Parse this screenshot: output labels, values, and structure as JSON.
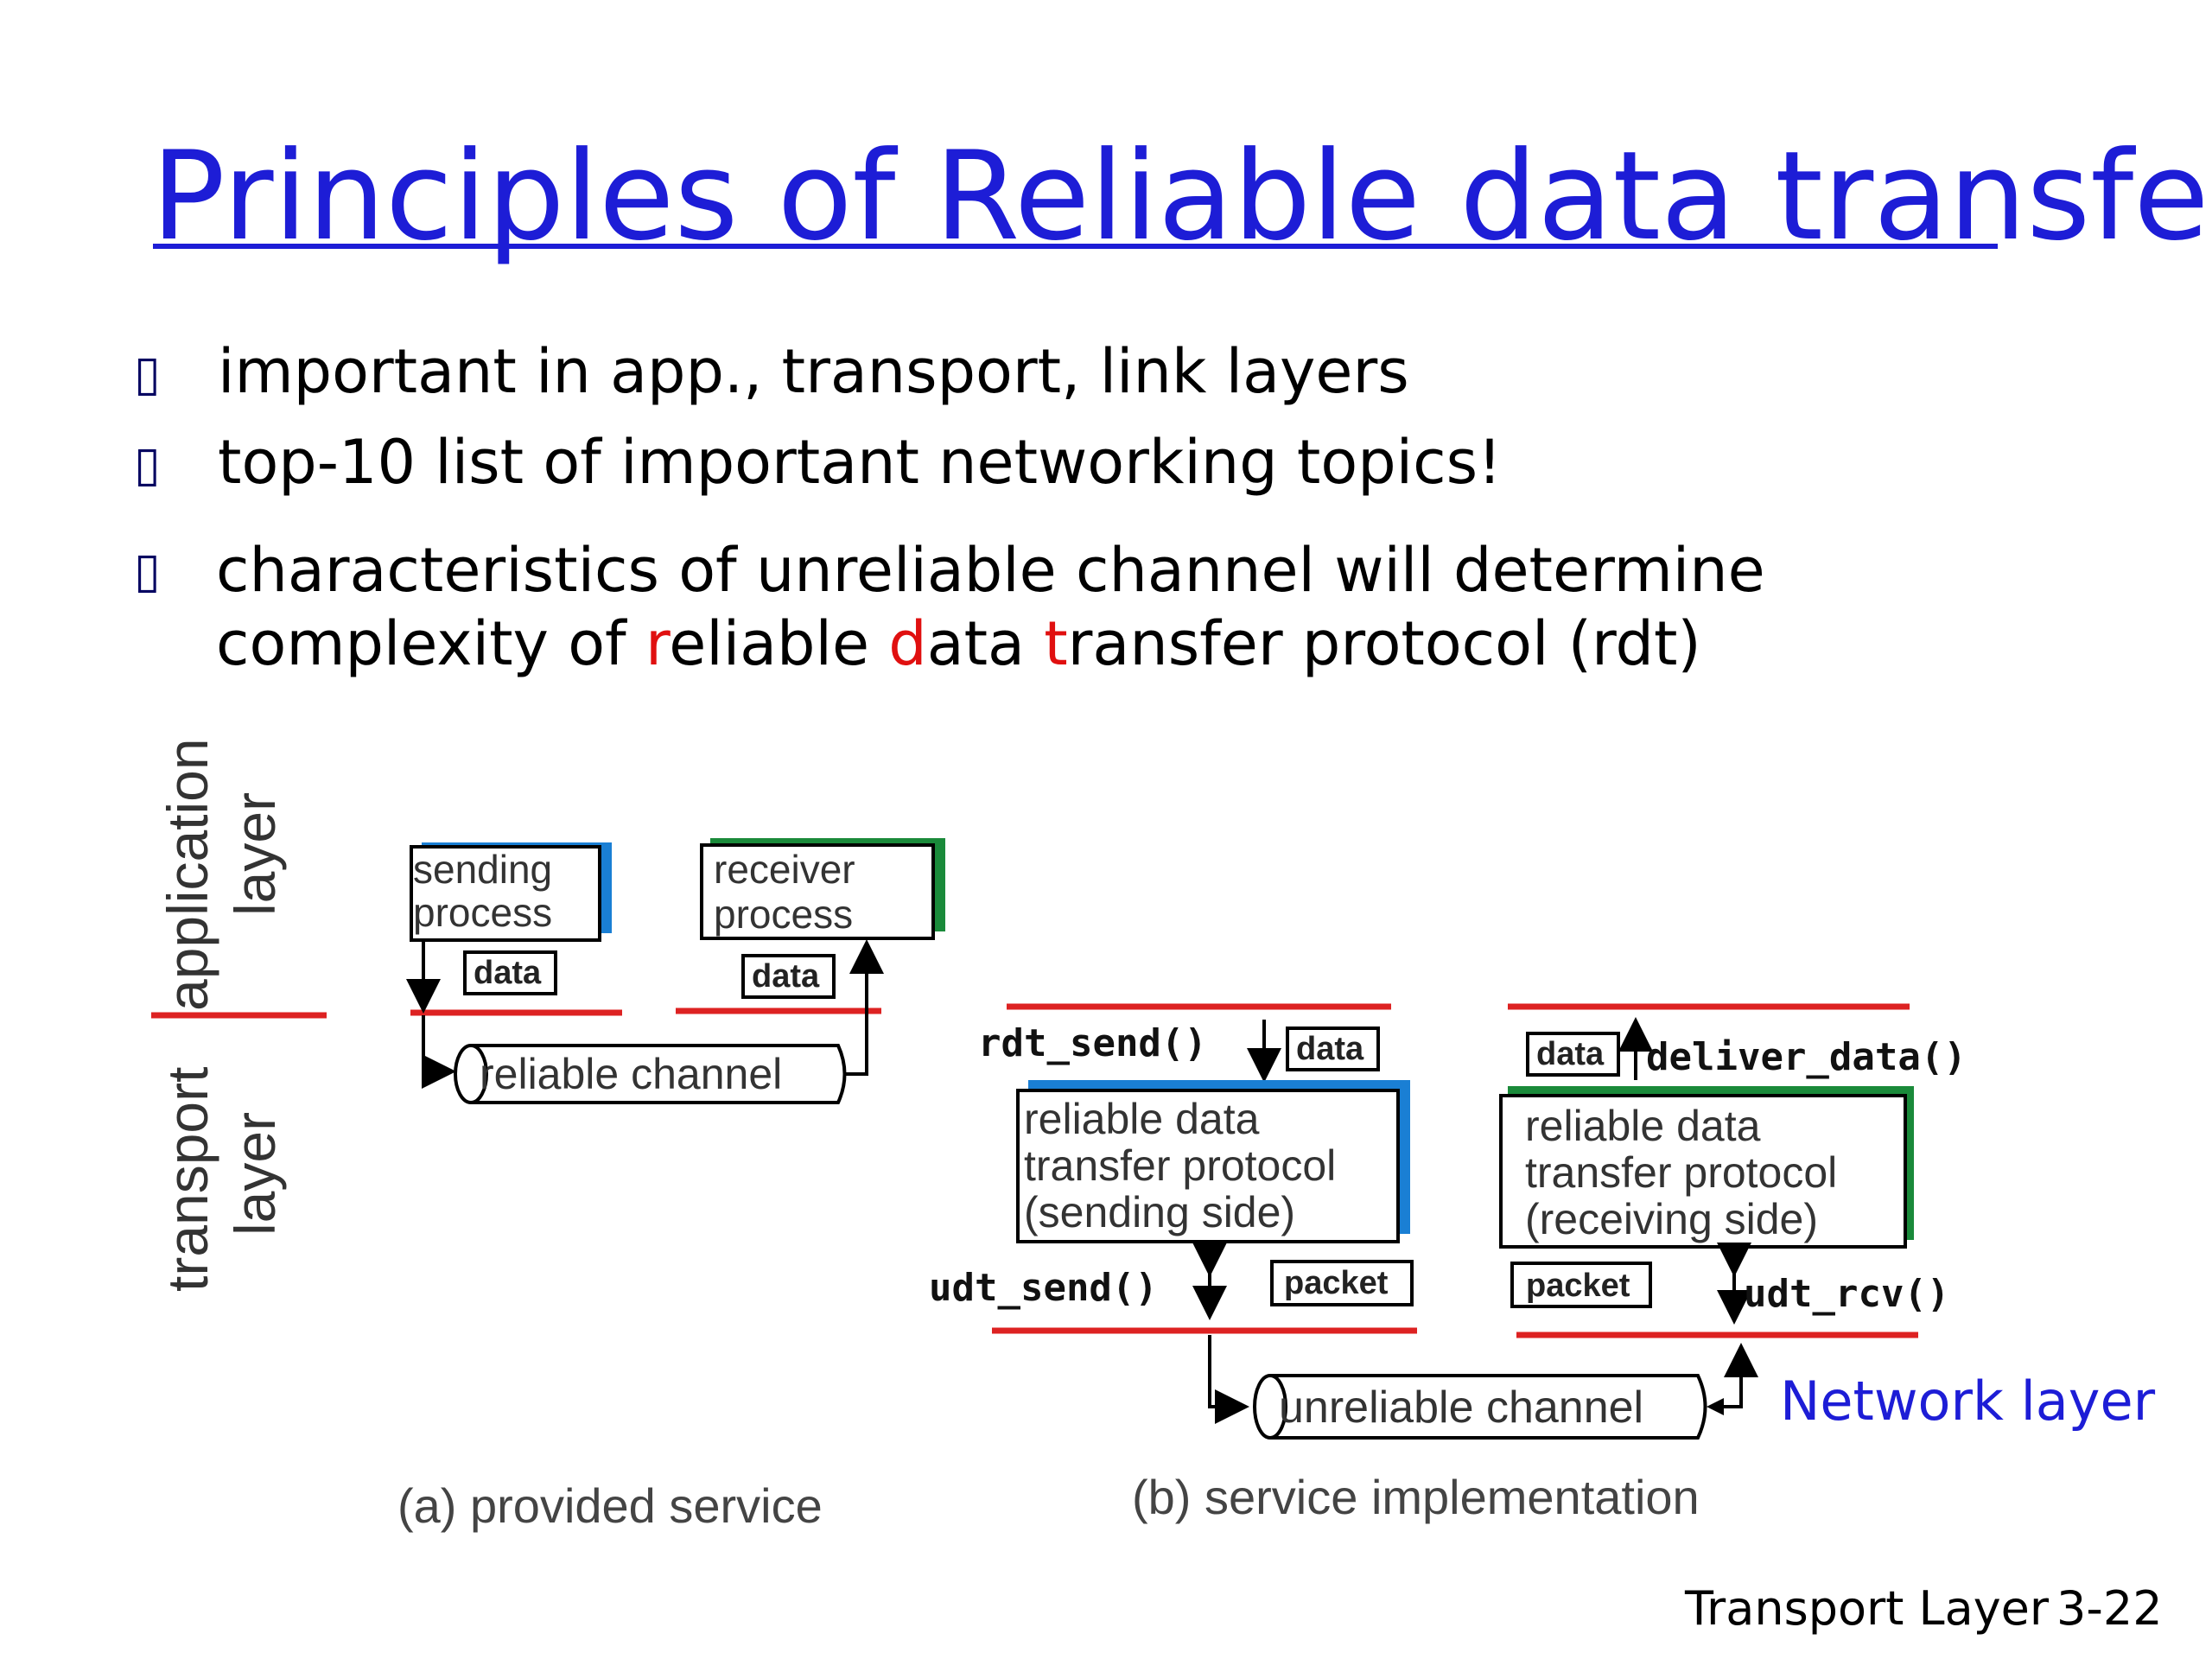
{
  "slide": {
    "title": "Principles of Reliable data transfer",
    "bullets": [
      {
        "text": "important in app., transport, link layers"
      },
      {
        "text": "top-10 list of important networking topics!"
      },
      {
        "line1": "characteristics of unreliable channel will determine",
        "line2_parts": [
          "complexity of ",
          "r",
          "eliable ",
          "d",
          "ata ",
          "t",
          "ransfer protocol (rdt)"
        ]
      }
    ],
    "footer": {
      "label": "Transport Layer",
      "page": "3-22"
    },
    "network_layer_label": "Network layer"
  },
  "colors": {
    "title": "#1d1dd6",
    "accent_red": "#e01010",
    "line_red": "#dd2222",
    "sender_blue": "#1a7fd4",
    "receiver_green": "#1a8a3a"
  },
  "diagram": {
    "layer_labels": {
      "app_line1": "application",
      "app_line2": "layer",
      "transport_line1": "transport",
      "transport_line2": "layer"
    },
    "part_a": {
      "sending_line1": "sending",
      "sending_line2": "process",
      "receiver_line1": "receiver",
      "receiver_line2": "process",
      "data_left": "data",
      "data_right": "data",
      "channel": "reliable channel",
      "caption": "(a)  provided service"
    },
    "part_b": {
      "rdt_send": "rdt_send()",
      "deliver_data": "deliver_data()",
      "udt_send": "udt_send()",
      "udt_rcv": "udt_rcv()",
      "data_send": "data",
      "data_recv": "data",
      "packet_send": "packet",
      "packet_recv": "packet",
      "sender_line1": "reliable data",
      "sender_line2": "transfer protocol",
      "sender_line3": "(sending side)",
      "receiver_line1": "reliable data",
      "receiver_line2": "transfer protocol",
      "receiver_line3": "(receiving side)",
      "channel": "unreliable channel",
      "caption": "(b) service implementation"
    }
  }
}
